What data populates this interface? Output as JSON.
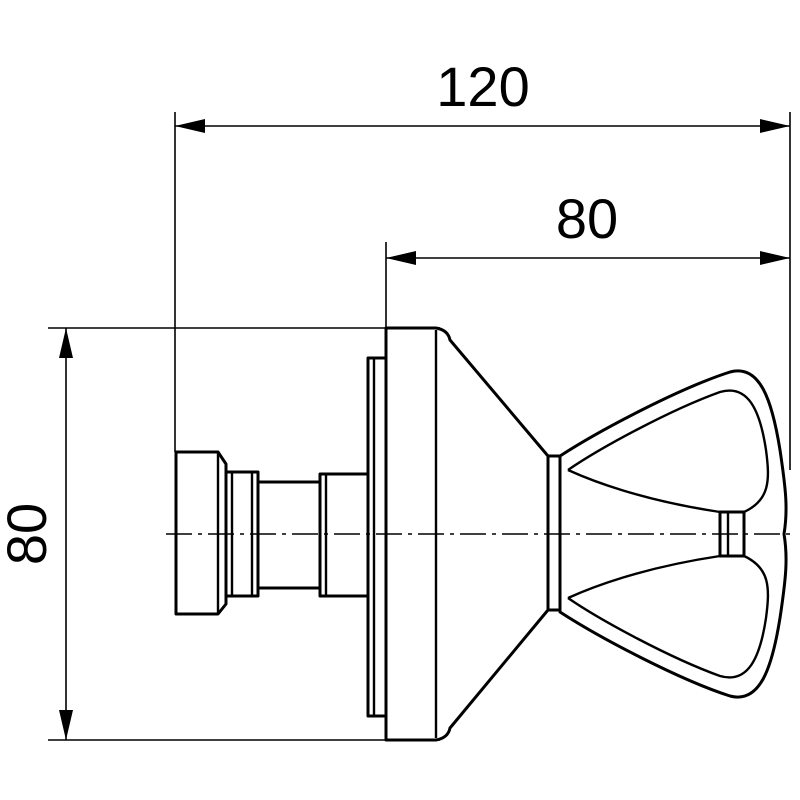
{
  "drawing": {
    "dimensions": {
      "overall_length": "120",
      "handle_length": "80",
      "height": "80"
    }
  }
}
